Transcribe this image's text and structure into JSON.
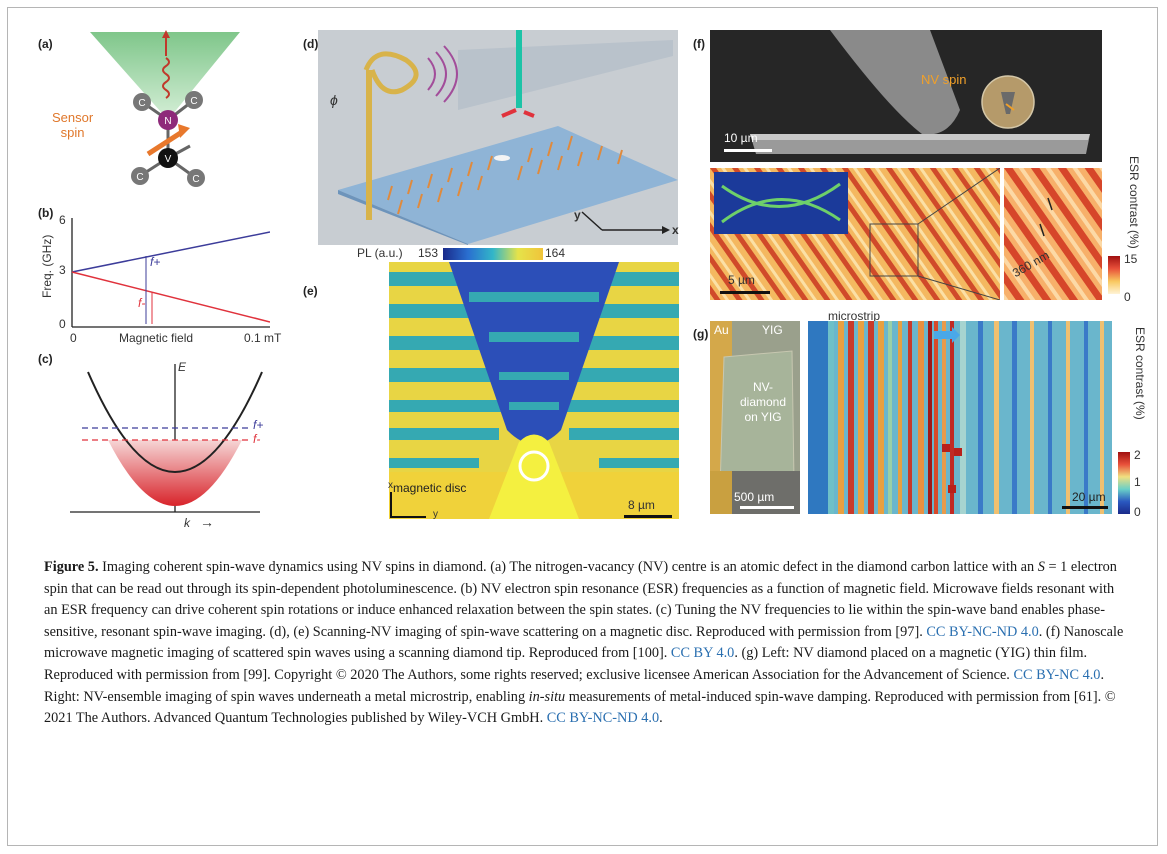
{
  "panels": {
    "a": {
      "letter": "(a)",
      "atoms": [
        "C",
        "C",
        "N",
        "V",
        "C",
        "C"
      ],
      "sensor_label": "Sensor\nspin"
    },
    "b": {
      "letter": "(b)",
      "ylabel": "Freq. (GHz)",
      "xlabel": "Magnetic field",
      "yticks": [
        "6",
        "3",
        "0"
      ],
      "xticks": [
        "0",
        "0.1 mT"
      ],
      "f_plus": "f+",
      "f_minus": "f-"
    },
    "c": {
      "letter": "(c)",
      "ylabel": "E",
      "xlabel": "k",
      "f_plus": "f+",
      "f_minus": "f-"
    },
    "d": {
      "letter": "(d)",
      "phi": "ϕ",
      "axis_y": "y",
      "axis_x": "x"
    },
    "e": {
      "letter": "(e)",
      "pl_label": "PL (a.u.)",
      "pl_min": "153",
      "pl_max": "164",
      "axis_x": "x",
      "axis_y": "y",
      "disc_label": "magnetic disc",
      "scale": "8 µm"
    },
    "f": {
      "letter": "(f)",
      "nv_label": "NV spin",
      "scale_sem": "10 µm",
      "scale_map": "5 µm",
      "scale_zoom": "360 nm",
      "cbar_label": "ESR contrast (%)",
      "cbar_max": "15",
      "cbar_min": "0"
    },
    "g": {
      "letter": "(g)",
      "au_label": "Au",
      "yig_label": "YIG",
      "sample_label": "NV-\ndiamond\non YIG",
      "scale_left": "500 µm",
      "microstrip": "microstrip",
      "scale_right": "20 µm",
      "cbar_label": "ESR contrast (%)",
      "cbar_ticks": [
        "2",
        "1",
        "0"
      ]
    }
  },
  "caption": {
    "figure_label": "Figure 5.",
    "segments": [
      {
        "t": " Imaging coherent spin-wave dynamics using NV spins in diamond. (a) The nitrogen-vacancy (NV) centre is an atomic defect in the diamond carbon lattice with an ",
        "s": ""
      },
      {
        "t": "S",
        "s": "ital"
      },
      {
        "t": " = 1 electron spin that can be read out through its spin-dependent photoluminescence. (b) NV electron spin resonance (ESR) frequencies as a function of magnetic field. Microwave fields resonant with an ESR frequency can drive coherent spin rotations or induce enhanced relaxation between the spin states. (c) Tuning the NV frequencies to lie within the spin-wave band enables phase-sensitive, resonant spin-wave imaging. (d), (e) Scanning-NV imaging of spin-wave scattering on a magnetic disc. Reproduced with permission from [97]. ",
        "s": ""
      },
      {
        "t": "CC BY-NC-ND 4.0",
        "s": "link"
      },
      {
        "t": ". (f) Nanoscale microwave magnetic imaging of scattered spin waves using a scanning diamond tip. Reproduced from [100]. ",
        "s": ""
      },
      {
        "t": "CC BY 4.0",
        "s": "link"
      },
      {
        "t": ". (g) Left: NV diamond placed on a magnetic (YIG) thin film. Reproduced with permission from [99]. Copyright © 2020 The Authors, some rights reserved; exclusive licensee American Association for the Advancement of Science. ",
        "s": ""
      },
      {
        "t": "CC BY-NC 4.0",
        "s": "link"
      },
      {
        "t": ". Right: NV-ensemble imaging of spin waves underneath a metal microstrip, enabling ",
        "s": ""
      },
      {
        "t": "in-situ",
        "s": "ital"
      },
      {
        "t": " measurements of metal-induced spin-wave damping. Reproduced with permission from [61]. © 2021 The Authors. Advanced Quantum Technologies published by Wiley-VCH GmbH. ",
        "s": ""
      },
      {
        "t": "CC BY-NC-ND 4.0",
        "s": "link"
      },
      {
        "t": ".",
        "s": ""
      }
    ]
  },
  "colors": {
    "link": "#2a6fb0",
    "red_line": "#e0323c",
    "blue_line": "#3c3c9a",
    "green_cone": "#9bd3a0"
  }
}
